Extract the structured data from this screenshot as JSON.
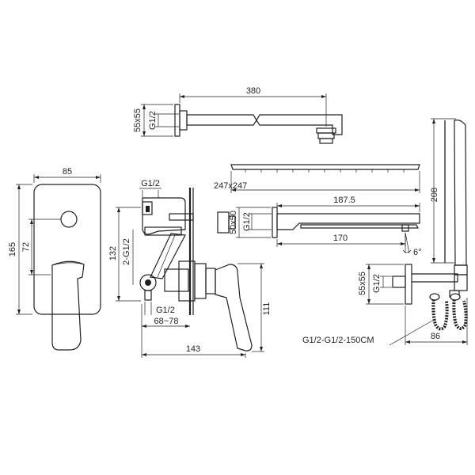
{
  "dimensions": {
    "front_width": "85",
    "front_height": "165",
    "front_center": "72",
    "side_thread_top": "G1/2",
    "side_height": "132",
    "side_threads": "2-G1/2",
    "side_thread_bottom": "G1/2",
    "side_depth": "68~78",
    "overall_depth": "143",
    "handle_height": "111",
    "arm_length": "380",
    "arm_flange": "55x55",
    "arm_thread": "G1/2",
    "head_size": "247x247",
    "spout_length": "187.5",
    "spout_flange": "50x50",
    "spout_thread": "G1/2",
    "spout_projection": "170",
    "spout_angle": "6°",
    "outlet_flange": "55x55",
    "outlet_thread": "G1/2",
    "hand_height": "208",
    "hose": "G1/2-G1/2-150CM",
    "outlet_projection": "86"
  }
}
